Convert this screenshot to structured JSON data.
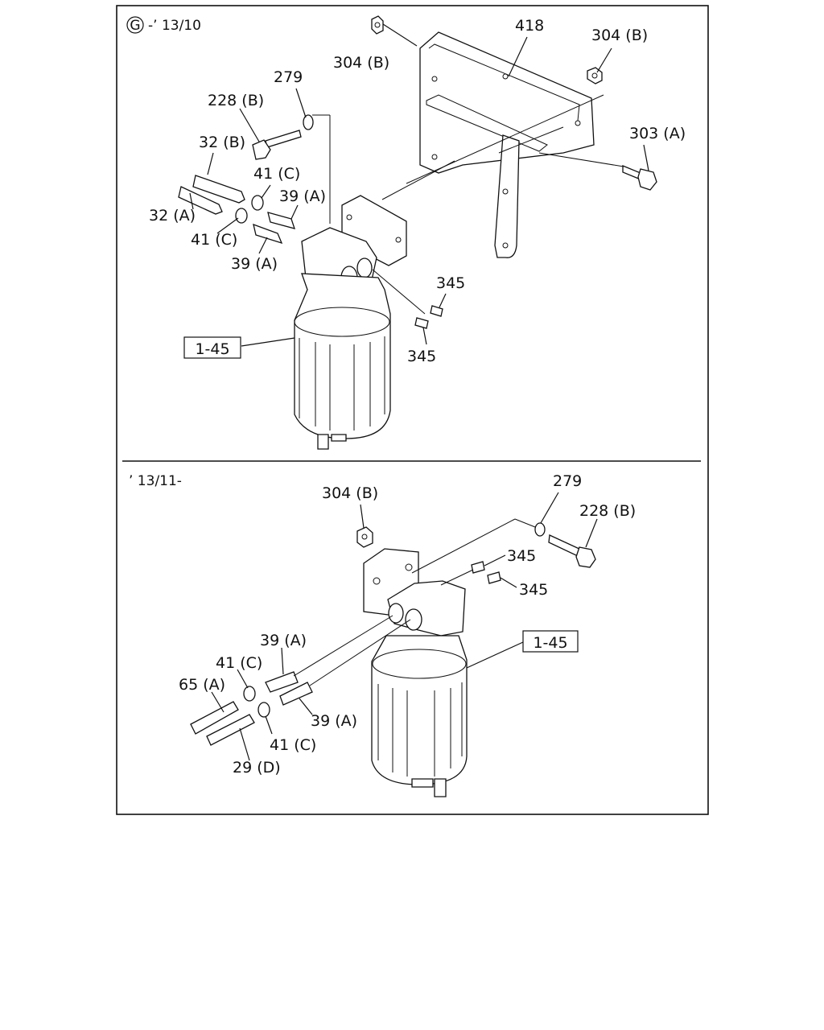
{
  "top_panel": {
    "header_symbol": "G",
    "header_text": "-’ 13/10",
    "labels": {
      "l_304b_a": "304 (B)",
      "l_418": "418",
      "l_304b_b": "304 (B)",
      "l_279": "279",
      "l_228b": "228 (B)",
      "l_32b": "32 (B)",
      "l_41c_a": "41 (C)",
      "l_39a_a": "39 (A)",
      "l_303a": "303 (A)",
      "l_32a": "32 (A)",
      "l_41c_b": "41 (C)",
      "l_39a_b": "39 (A)",
      "l_345_a": "345",
      "l_145": "1-45",
      "l_345_b": "345"
    }
  },
  "bottom_panel": {
    "header_text": "’ 13/11-",
    "labels": {
      "l_304b": "304 (B)",
      "l_279": "279",
      "l_228b": "228 (B)",
      "l_345_a": "345",
      "l_345_b": "345",
      "l_145": "1-45",
      "l_39a_a": "39 (A)",
      "l_41c_a": "41 (C)",
      "l_65a": "65 (A)",
      "l_39a_b": "39 (A)",
      "l_41c_b": "41 (C)",
      "l_29d": "29 (D)"
    }
  }
}
